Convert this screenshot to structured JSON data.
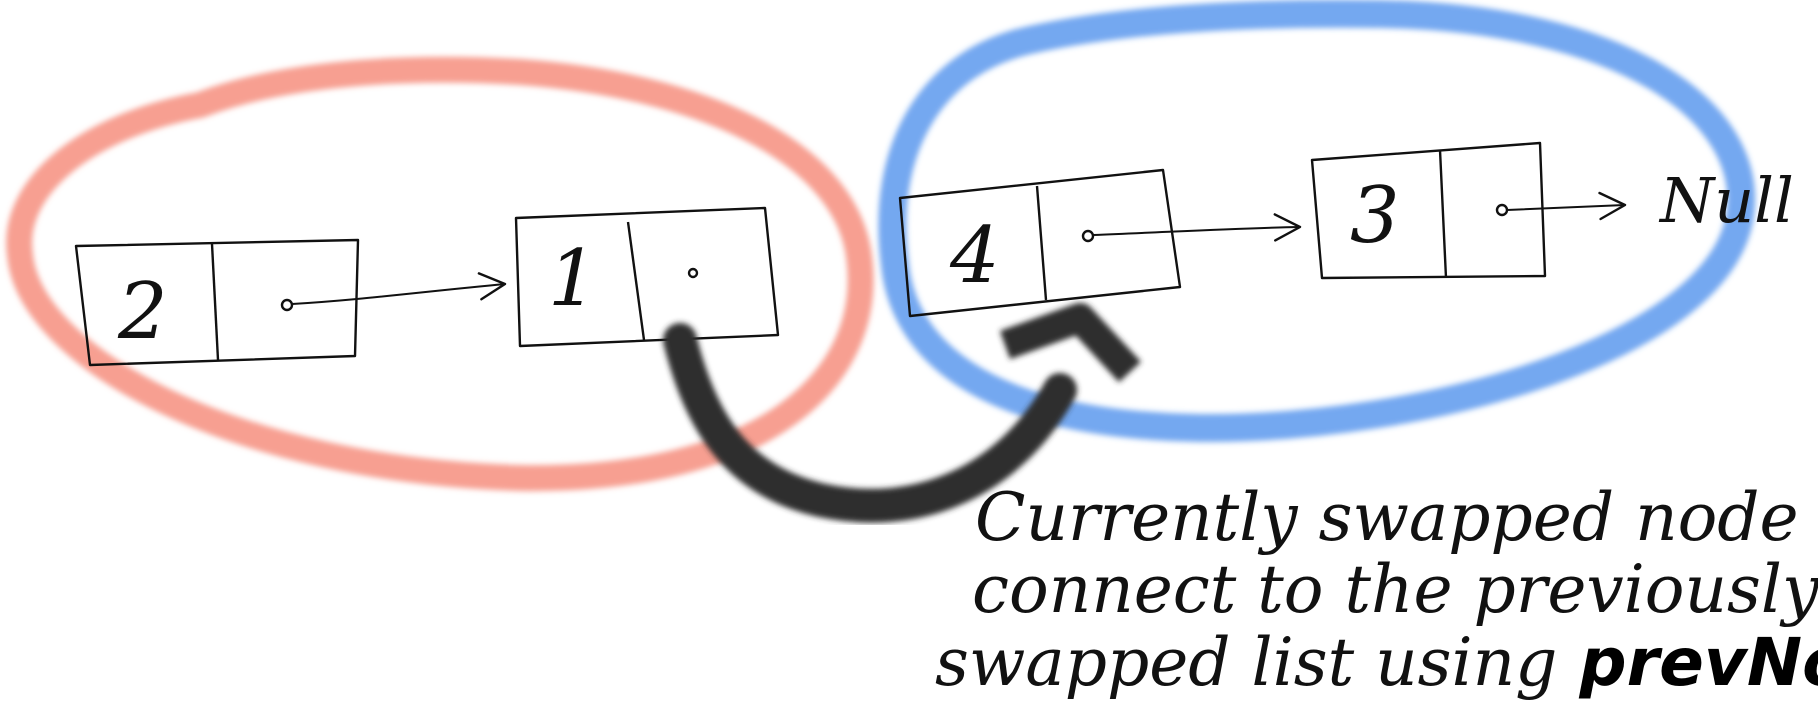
{
  "colors": {
    "group_left": "#f47a66",
    "group_right": "#3f86ea",
    "swap_arrow": "#2e2e2e",
    "ink": "#111111"
  },
  "nodes": [
    {
      "value": "2"
    },
    {
      "value": "1"
    },
    {
      "value": "4"
    },
    {
      "value": "3"
    }
  ],
  "null_label": "Null",
  "note": {
    "line1": "Currently swapped node",
    "line2": "connect to the previously",
    "line3_prefix": "swapped list using",
    "line3_keyword": "prevNode"
  }
}
